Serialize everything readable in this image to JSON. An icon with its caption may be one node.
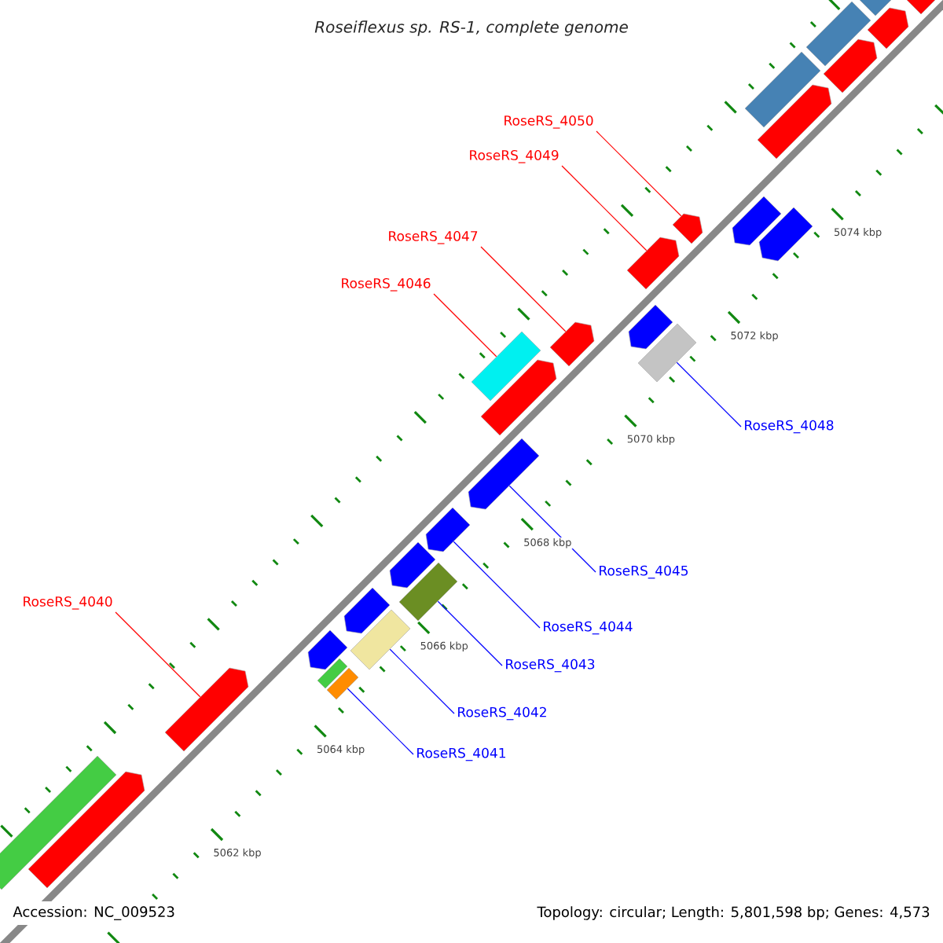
{
  "diagram": {
    "title": "Roseiflexus sp. RS-1, complete genome",
    "nodes": [
      {
        "text": [
          "RoseRS_4050"
        ]
      },
      {
        "text": [
          "RoseRS_4049"
        ]
      },
      {
        "text": [
          "RoseRS_4047"
        ]
      },
      {
        "text": [
          "RoseRS_4046"
        ]
      },
      {
        "text": [
          "RoseRS_4048"
        ]
      },
      {
        "text": [
          "RoseRS_4045"
        ]
      },
      {
        "text": [
          "RoseRS_4040"
        ]
      },
      {
        "text": [
          "RoseRS_4044"
        ]
      },
      {
        "text": [
          "RoseRS_4043"
        ]
      },
      {
        "text": [
          "RoseRS_4042"
        ]
      },
      {
        "text": [
          "RoseRS_4041"
        ]
      },
      {
        "text": [],
        "shape": "arrow"
      },
      {
        "text": [],
        "shape": "box"
      },
      {
        "text": [],
        "shape": "arrow"
      },
      {
        "text": [],
        "shape": "box"
      },
      {
        "text": [],
        "shape": "box"
      },
      {
        "text": [],
        "shape": "arrow"
      },
      {
        "text": [],
        "shape": "box"
      },
      {
        "text": [],
        "shape": "arrow"
      },
      {
        "text": [],
        "shape": "box"
      },
      {
        "text": [],
        "shape": "arrow"
      },
      {
        "text": [],
        "shape": "arrow"
      },
      {
        "text": [],
        "shape": "arrow"
      },
      {
        "text": [],
        "shape": "arrow"
      },
      {
        "text": [],
        "shape": "box"
      },
      {
        "text": [],
        "shape": "arrow"
      },
      {
        "text": [],
        "shape": "box"
      },
      {
        "text": [],
        "shape": "arrow"
      },
      {
        "text": [],
        "shape": "arrow"
      },
      {
        "text": [],
        "shape": "arrow"
      },
      {
        "text": [],
        "shape": "arrow"
      },
      {
        "text": [],
        "shape": "arrow"
      },
      {
        "text": [],
        "shape": "arrow"
      },
      {
        "text": [],
        "shape": "box"
      },
      {
        "text": [],
        "shape": "arrow"
      },
      {
        "text": [],
        "shape": "box"
      },
      {
        "text": [],
        "shape": "arrow"
      }
    ],
    "edges": [
      {
        "from": 0,
        "to": 29,
        "arrow": "none",
        "color": "#ff0000"
      },
      {
        "from": 1,
        "to": 28,
        "arrow": "none",
        "color": "#ff0000"
      },
      {
        "from": 2,
        "to": 25,
        "arrow": "none",
        "color": "#ff0000"
      },
      {
        "from": 3,
        "to": 24,
        "arrow": "none",
        "color": "#ff0000"
      },
      {
        "from": 4,
        "to": 26,
        "arrow": "none"
      },
      {
        "from": 5,
        "to": 22,
        "arrow": "none"
      },
      {
        "from": 6,
        "to": 13,
        "arrow": "none",
        "color": "#ff0000"
      },
      {
        "from": 7,
        "to": 21,
        "arrow": "none"
      },
      {
        "from": 8,
        "to": 19,
        "arrow": "none"
      },
      {
        "from": 9,
        "to": 17,
        "arrow": "none"
      },
      {
        "from": 10,
        "to": 15,
        "arrow": "none"
      }
    ],
    "labels": [
      "5074 kbp",
      "5072 kbp",
      "5070 kbp",
      "5068 kbp",
      "5066 kbp",
      "5064 kbp",
      "5062 kbp",
      "Accession: NC_009523",
      "Topology: circular; Length: 5,801,598 bp; Genes: 4,573"
    ]
  }
}
